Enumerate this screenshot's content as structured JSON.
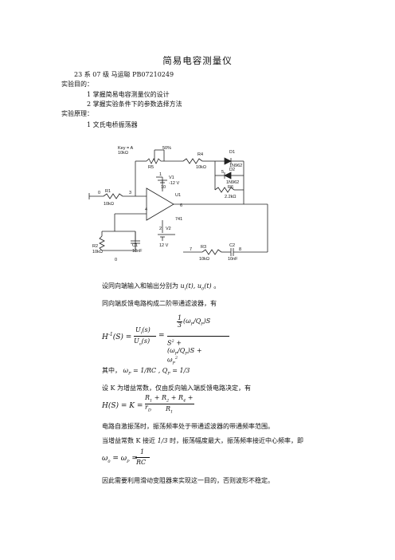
{
  "title": "简易电容测量仪",
  "author_line": "23 系 07 级   马运聪   PB07210249",
  "aim": {
    "heading": "实验目的：",
    "items": [
      "1 掌握简易电容测量仪的设计",
      "2 掌握实验条件下的参数选择方法"
    ]
  },
  "principle": {
    "heading": "实验原理：",
    "item1": "1 文氏电桥振荡器"
  },
  "circuit": {
    "key_label": "Key = A",
    "r5_value": "10kΩ",
    "r5_percent": "50%",
    "r5": "R5",
    "r4": "R4",
    "r4_value": "10kΩ",
    "d1": "D1",
    "d1_part": "1N962",
    "d2": "D2",
    "d2_part": "1N962",
    "r6": "R6",
    "r6_value": "2.2kΩ",
    "v1": "V1",
    "v1_value": "-12 V",
    "u1": "U1",
    "r1": "R1",
    "r1_value": "10kΩ",
    "opamp_part": "741",
    "v2": "V2",
    "v2_value": "12 V",
    "r2": "R2",
    "r2_value": "10kΩ",
    "c1": "C1",
    "c1_value": "10nF",
    "r3": "R3",
    "r3_value": "10kΩ",
    "c2": "C2",
    "c2_value": "10nF",
    "nodes": [
      "0",
      "3",
      "4",
      "5",
      "6",
      "7",
      "8",
      "1",
      "2",
      "0",
      "10"
    ]
  },
  "text": {
    "p1_prefix": "设同向端输入和输出分别为",
    "p1_vars": "u",
    "p1_suffix": "。",
    "p2": "同向端反馈电路构成二阶带通滤波器，有",
    "p3_prefix": "其中，",
    "p4": "设 K 为增益常数，仅由反向输入端反馈电路决定，有",
    "p5": "电路自激振荡时，振荡频率处于带通滤波器的带通频率范围。",
    "p6_prefix": "当增益常数 K 接近",
    "p6_suffix": "时，振荡幅度最大，振荡频率接近中心频率，即",
    "p7": "因此需要利用滑动变阻器来实现这一目的，否则波形不稳定。"
  }
}
